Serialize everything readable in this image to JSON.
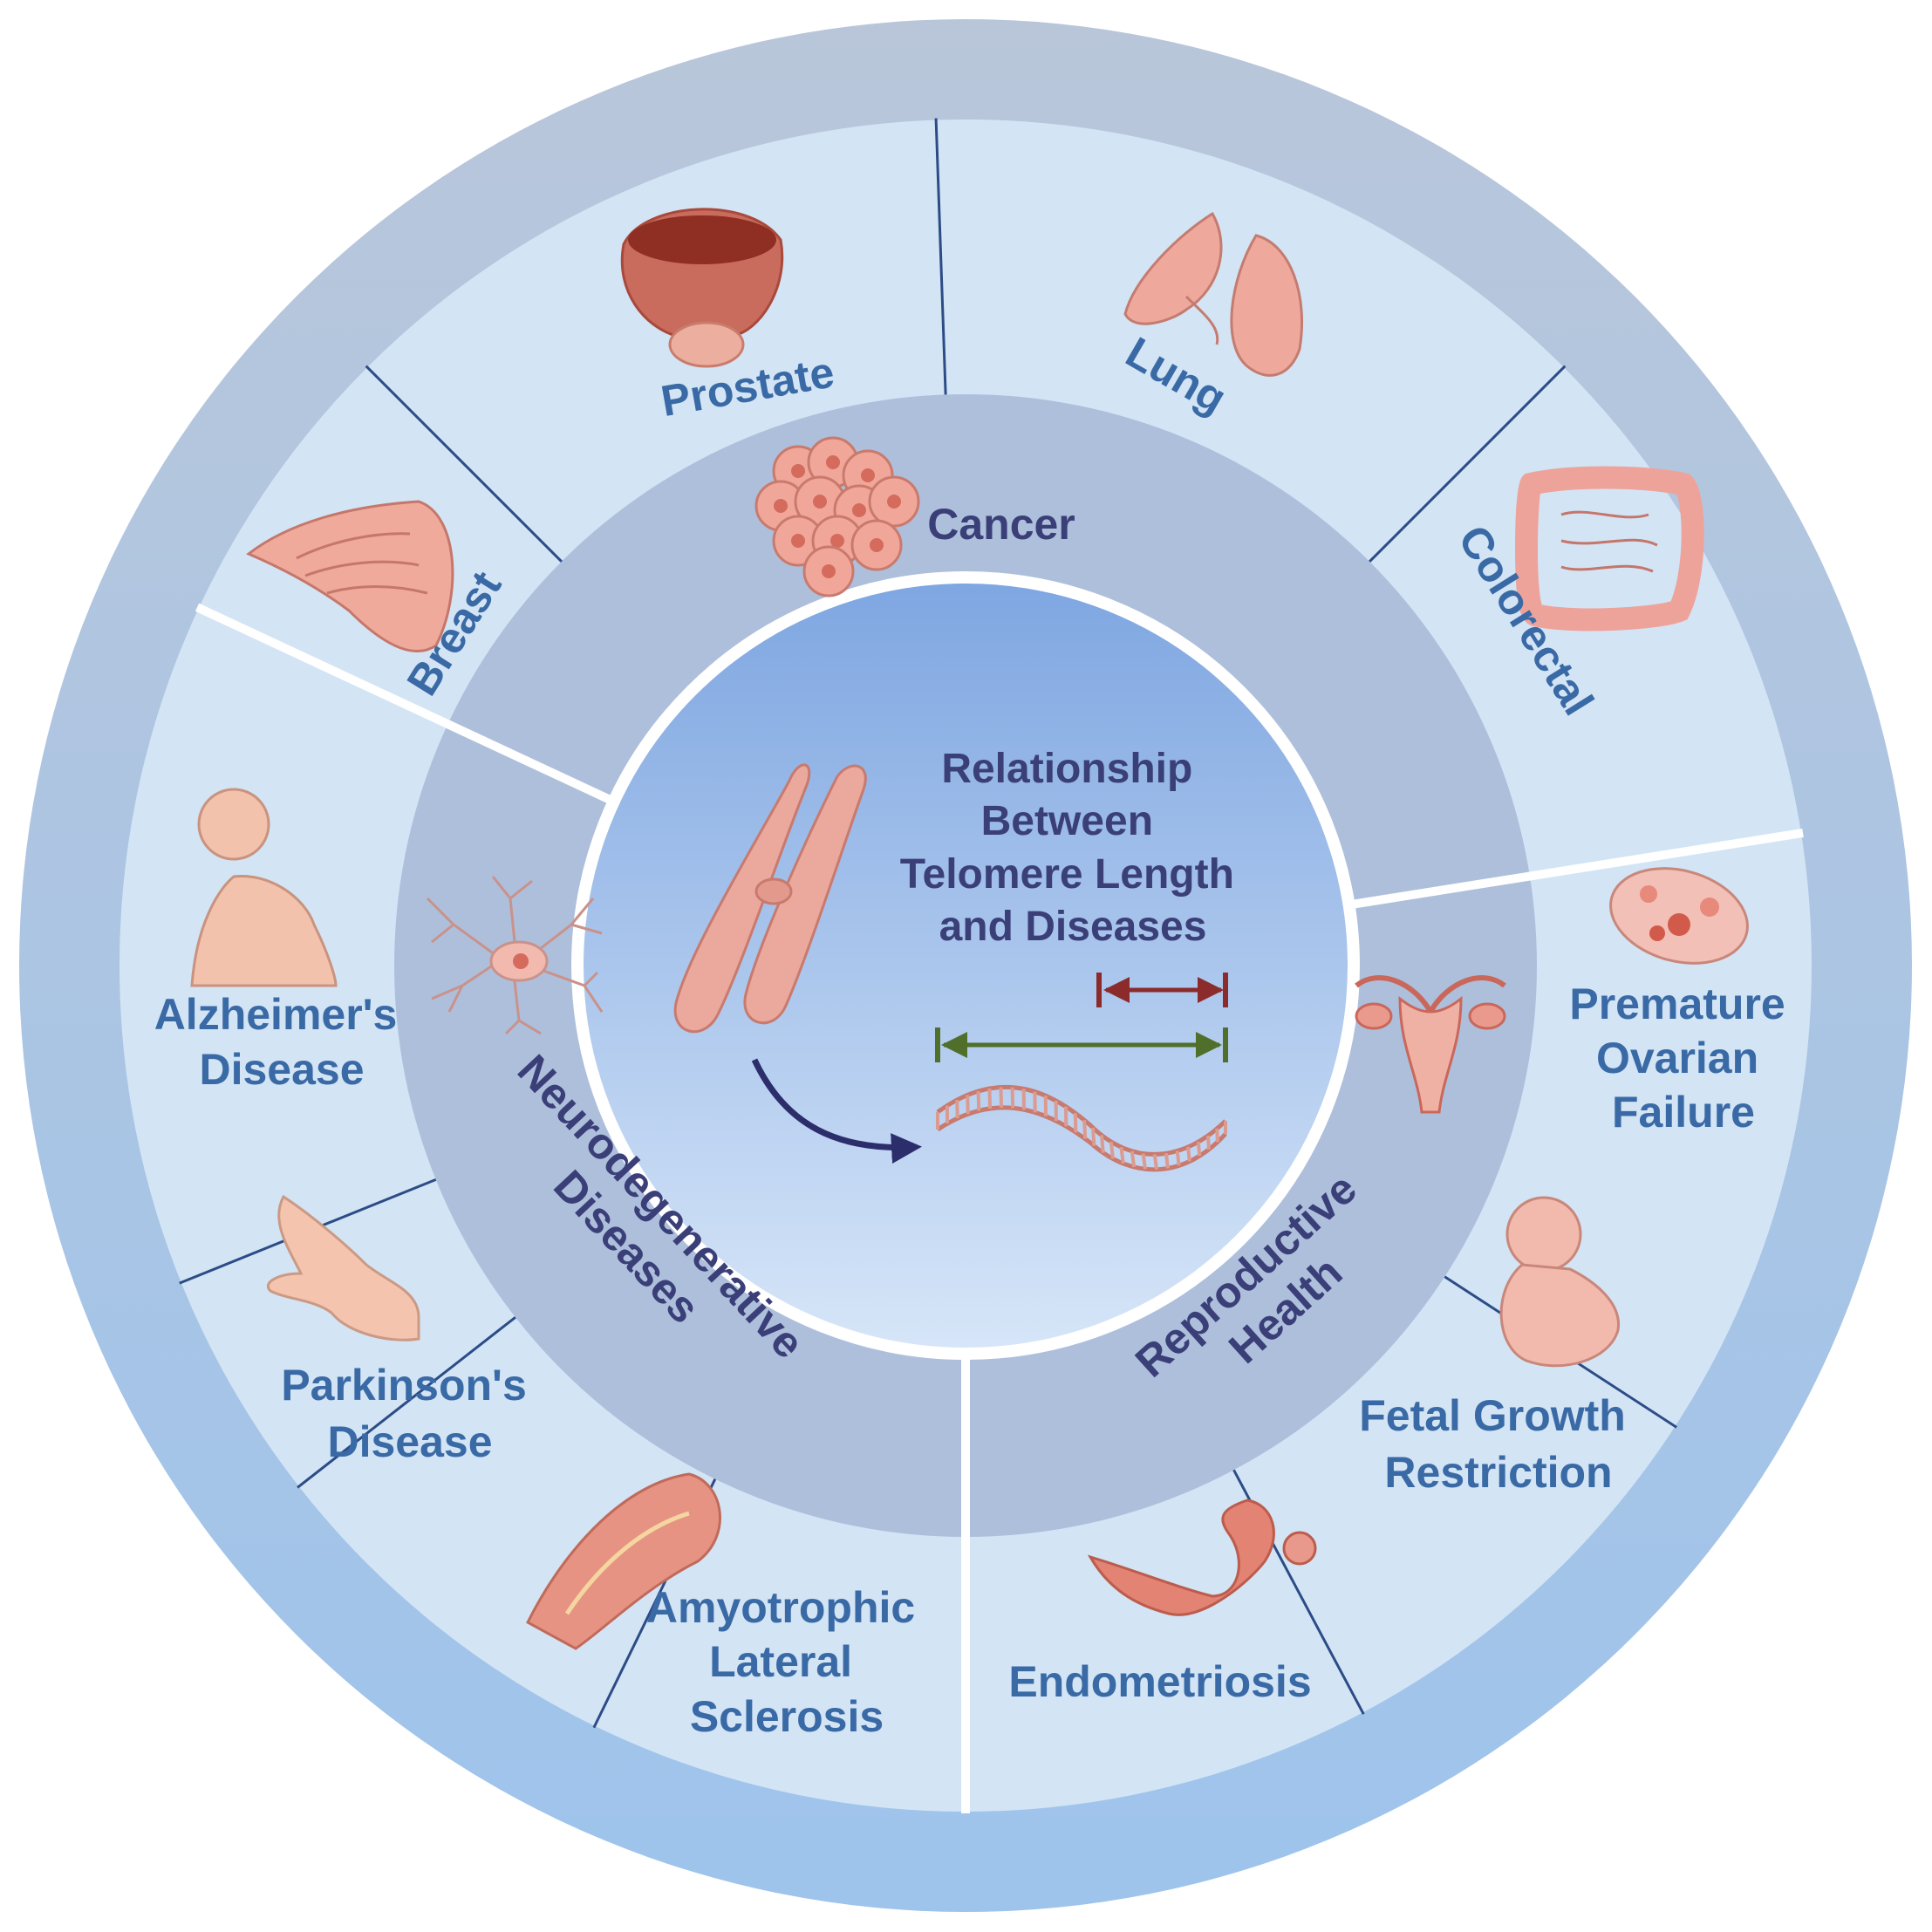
{
  "center": {
    "title_lines": [
      "Relationship",
      "Between",
      "Telomere Length",
      "and Diseases"
    ]
  },
  "categories": [
    {
      "id": "cancer",
      "label": "Cancer"
    },
    {
      "id": "neuro",
      "label_lines": [
        "Neurodegenerative",
        "Diseases"
      ]
    },
    {
      "id": "repro",
      "label_lines": [
        "Reproductive",
        "Health"
      ]
    }
  ],
  "diseases": {
    "breast": "Breast",
    "prostate": "Prostate",
    "lung": "Lung",
    "colorectal": "Colorectal",
    "pof": [
      "Premature",
      "Ovarian",
      "Failure"
    ],
    "fgr": [
      "Fetal Growth",
      "Restriction"
    ],
    "endometriosis": "Endometriosis",
    "als": [
      "Amyotrophic",
      "Lateral",
      "Sclerosis"
    ],
    "parkinsons": [
      "Parkinson's",
      "Disease"
    ],
    "alzheimers": [
      "Alzheimer's",
      "Disease"
    ]
  },
  "colors": {
    "outer_ring": "#a9c3e6",
    "outer_cells": "#d3e4f5",
    "middle_ring": "#aebfdc",
    "center_top": "#7ea6e1",
    "center_bottom": "#d7e6f8",
    "organ": "#e9978a",
    "outer_text": "#3a6aa6",
    "category_text": "#3b3f78"
  },
  "icons": [
    "chromosome-icon",
    "dna-strand-icon",
    "long-telomere-arrow-icon",
    "short-telomere-arrow-icon",
    "tumor-cells-icon",
    "neuron-icon",
    "uterus-icon",
    "breast-icon",
    "prostate-icon",
    "lung-icon",
    "colon-icon",
    "ovary-icon",
    "fetus-icon",
    "endometrium-icon",
    "muscle-icon",
    "hand-icon",
    "elderly-man-icon"
  ]
}
